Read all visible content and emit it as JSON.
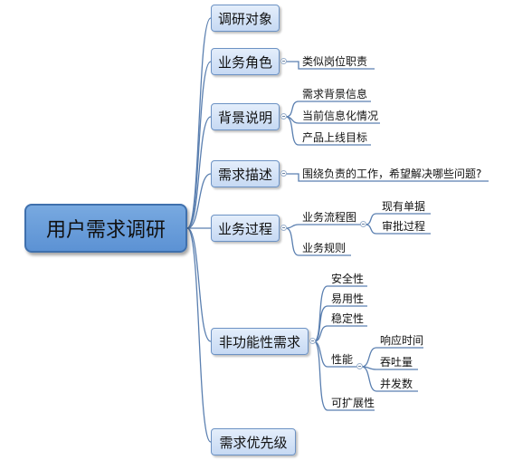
{
  "root": {
    "label": "用户需求调研"
  },
  "nodes": [
    {
      "label": "调研对象",
      "children": []
    },
    {
      "label": "业务角色",
      "children": [
        "类似岗位职责"
      ]
    },
    {
      "label": "背景说明",
      "children": [
        "需求背景信息",
        "当前信息化情况",
        "产品上线目标"
      ]
    },
    {
      "label": "需求描述",
      "children": [
        "围绕负责的工作，希望解决哪些问题?"
      ]
    },
    {
      "label": "业务过程",
      "children": [
        "业务流程图",
        "业务规则"
      ],
      "grandchildren": [
        "现有单据",
        "审批过程"
      ]
    },
    {
      "label": "非功能性需求",
      "children": [
        "安全性",
        "易用性",
        "稳定性",
        "性能",
        "可扩展性"
      ],
      "grandchildren": [
        "响应时间",
        "吞吐量",
        "并发数"
      ]
    },
    {
      "label": "需求优先级",
      "children": []
    }
  ],
  "colors": {
    "root_fill": "#5c92d4",
    "node_fill": "#c6d9f3",
    "line": "#5a7fb0"
  }
}
